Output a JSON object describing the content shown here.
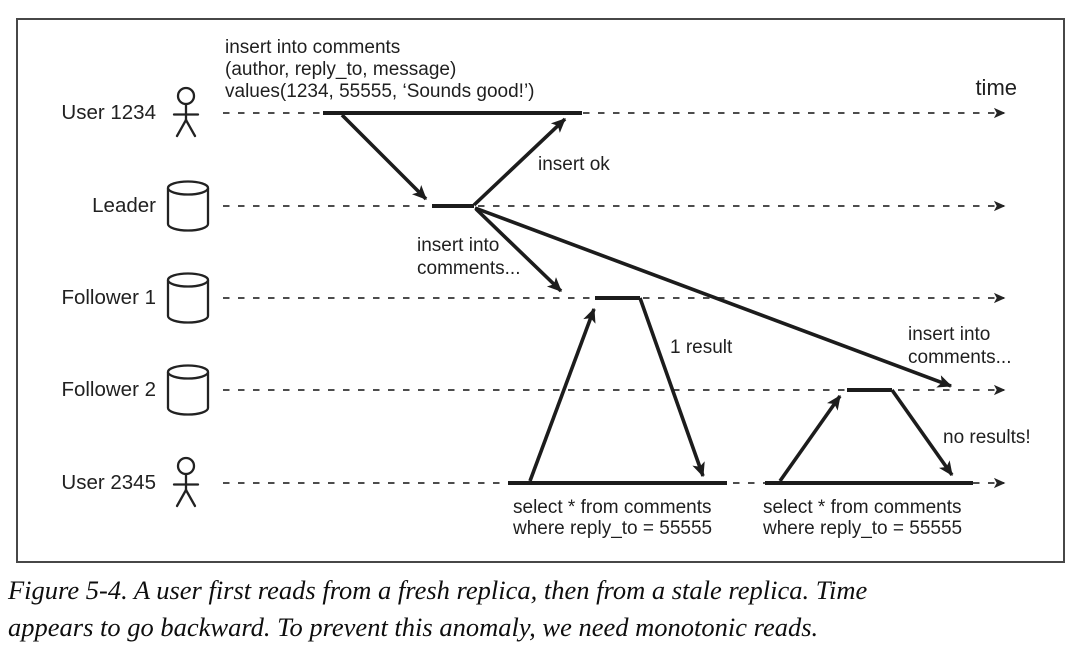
{
  "figure": {
    "time_label": "time",
    "rows": [
      {
        "label": "User 1234",
        "icon": "person-icon"
      },
      {
        "label": "Leader",
        "icon": "database-cylinder-icon"
      },
      {
        "label": "Follower 1",
        "icon": "database-cylinder-icon"
      },
      {
        "label": "Follower 2",
        "icon": "database-cylinder-icon"
      },
      {
        "label": "User 2345",
        "icon": "person-icon"
      }
    ],
    "annotations": {
      "insert_query": {
        "line1": "insert into comments",
        "line2": "(author, reply_to, message)",
        "line3": "values(1234, 55555, ‘Sounds good!’)"
      },
      "insert_ok": "insert ok",
      "replicate_to_follower1": {
        "line1": "insert into",
        "line2": "comments..."
      },
      "replicate_to_follower2": {
        "line1": "insert into",
        "line2": "comments..."
      },
      "first_read_result": "1 result",
      "second_read_result": "no results!",
      "select_query_1": {
        "line1": "select * from comments",
        "line2": "where reply_to = 55555"
      },
      "select_query_2": {
        "line1": "select * from comments",
        "line2": "where reply_to = 55555"
      }
    }
  },
  "caption": {
    "line1": "Figure 5-4. A user first reads from a fresh replica, then from a stale replica. Time",
    "line2": "appears to go backward. To prevent this anomaly, we need monotonic reads."
  },
  "colors": {
    "solid_line": "#1c1c1c",
    "dashed_line": "#4d4d4d",
    "border": "#474747",
    "text": "#1f1f1f"
  }
}
